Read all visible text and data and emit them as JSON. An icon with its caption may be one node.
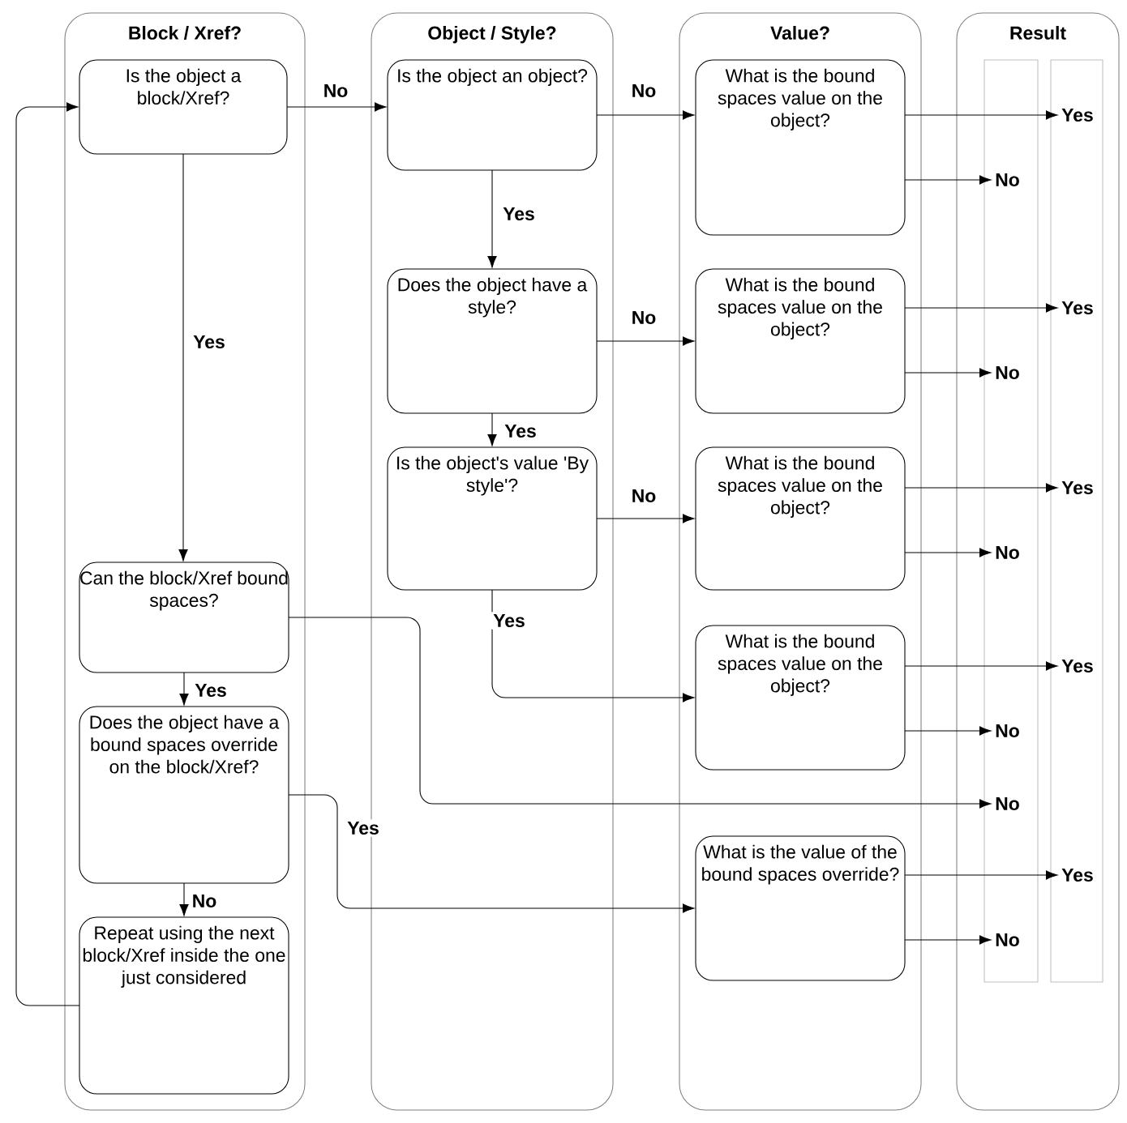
{
  "diagram": {
    "nodes": [
      {
        "text": [
          "Block / Xref?"
        ]
      },
      {
        "text": [
          "Is the object a block/Xref?"
        ],
        "in": 0
      },
      {
        "text": [
          "Can the block/Xref bound spaces?"
        ],
        "in": 0
      },
      {
        "text": [
          "Does the object have a bound spaces override on the block/Xref?"
        ],
        "in": 0
      },
      {
        "text": [
          "Repeat using the next block/Xref inside the one just considered"
        ],
        "in": 0
      },
      {
        "text": [
          "Object / Style?"
        ]
      },
      {
        "text": [
          "Is the object an object?"
        ],
        "in": 5
      },
      {
        "text": [
          "Does the object have a style?"
        ],
        "in": 5
      },
      {
        "text": [
          "Is the object's value 'By style'?"
        ],
        "in": 5
      },
      {
        "text": [
          "Value?"
        ]
      },
      {
        "text": [
          "What is the bound spaces value on the object?"
        ],
        "in": 9
      },
      {
        "text": [
          "What is the bound spaces value on the object?"
        ],
        "in": 9
      },
      {
        "text": [
          "What is the bound spaces value on the object?"
        ],
        "in": 9
      },
      {
        "text": [
          "What is the bound spaces value on the object?"
        ],
        "in": 9
      },
      {
        "text": [
          "What is the value of the bound spaces override?"
        ],
        "in": 9
      },
      {
        "text": [
          "Result"
        ]
      },
      {
        "text": [],
        "shape": "bar",
        "in": 15
      },
      {
        "text": [],
        "shape": "bar",
        "in": 15
      },
      {
        "text": [
          "Yes"
        ],
        "in": 17
      },
      {
        "text": [
          "No"
        ],
        "in": 16
      },
      {
        "text": [
          "Yes"
        ],
        "in": 17
      },
      {
        "text": [
          "No"
        ],
        "in": 16
      },
      {
        "text": [
          "Yes"
        ],
        "in": 17
      },
      {
        "text": [
          "No"
        ],
        "in": 16
      },
      {
        "text": [
          "Yes"
        ],
        "in": 17
      },
      {
        "text": [
          "No"
        ],
        "in": 16
      },
      {
        "text": [
          "No"
        ],
        "in": 16
      },
      {
        "text": [
          "Yes"
        ],
        "in": 17
      },
      {
        "text": [
          "No"
        ],
        "in": 16
      }
    ],
    "edges": [
      {
        "from": 1,
        "to": 6,
        "arrow": "to",
        "label": "No"
      },
      {
        "from": 1,
        "to": 2,
        "arrow": "to",
        "label": "Yes"
      },
      {
        "from": 2,
        "to": 3,
        "arrow": "to",
        "label": "Yes"
      },
      {
        "from": 2,
        "to": 26,
        "arrow": "to"
      },
      {
        "from": 3,
        "to": 4,
        "arrow": "to",
        "label": "No"
      },
      {
        "from": 3,
        "to": 14,
        "arrow": "to",
        "label": "Yes"
      },
      {
        "from": 4,
        "to": 1,
        "arrow": "to"
      },
      {
        "from": 6,
        "to": 10,
        "arrow": "to",
        "label": "No"
      },
      {
        "from": 6,
        "to": 7,
        "arrow": "to",
        "label": "Yes"
      },
      {
        "from": 7,
        "to": 11,
        "arrow": "to",
        "label": "No"
      },
      {
        "from": 7,
        "to": 8,
        "arrow": "to",
        "label": "Yes"
      },
      {
        "from": 8,
        "to": 12,
        "arrow": "to",
        "label": "No"
      },
      {
        "from": 8,
        "to": 13,
        "arrow": "to",
        "label": "Yes"
      },
      {
        "from": 10,
        "to": 18,
        "arrow": "to"
      },
      {
        "from": 10,
        "to": 19,
        "arrow": "to"
      },
      {
        "from": 11,
        "to": 20,
        "arrow": "to"
      },
      {
        "from": 11,
        "to": 21,
        "arrow": "to"
      },
      {
        "from": 12,
        "to": 22,
        "arrow": "to"
      },
      {
        "from": 12,
        "to": 23,
        "arrow": "to"
      },
      {
        "from": 13,
        "to": 24,
        "arrow": "to"
      },
      {
        "from": 13,
        "to": 25,
        "arrow": "to"
      },
      {
        "from": 14,
        "to": 27,
        "arrow": "to"
      },
      {
        "from": 14,
        "to": 28,
        "arrow": "to"
      }
    ]
  }
}
